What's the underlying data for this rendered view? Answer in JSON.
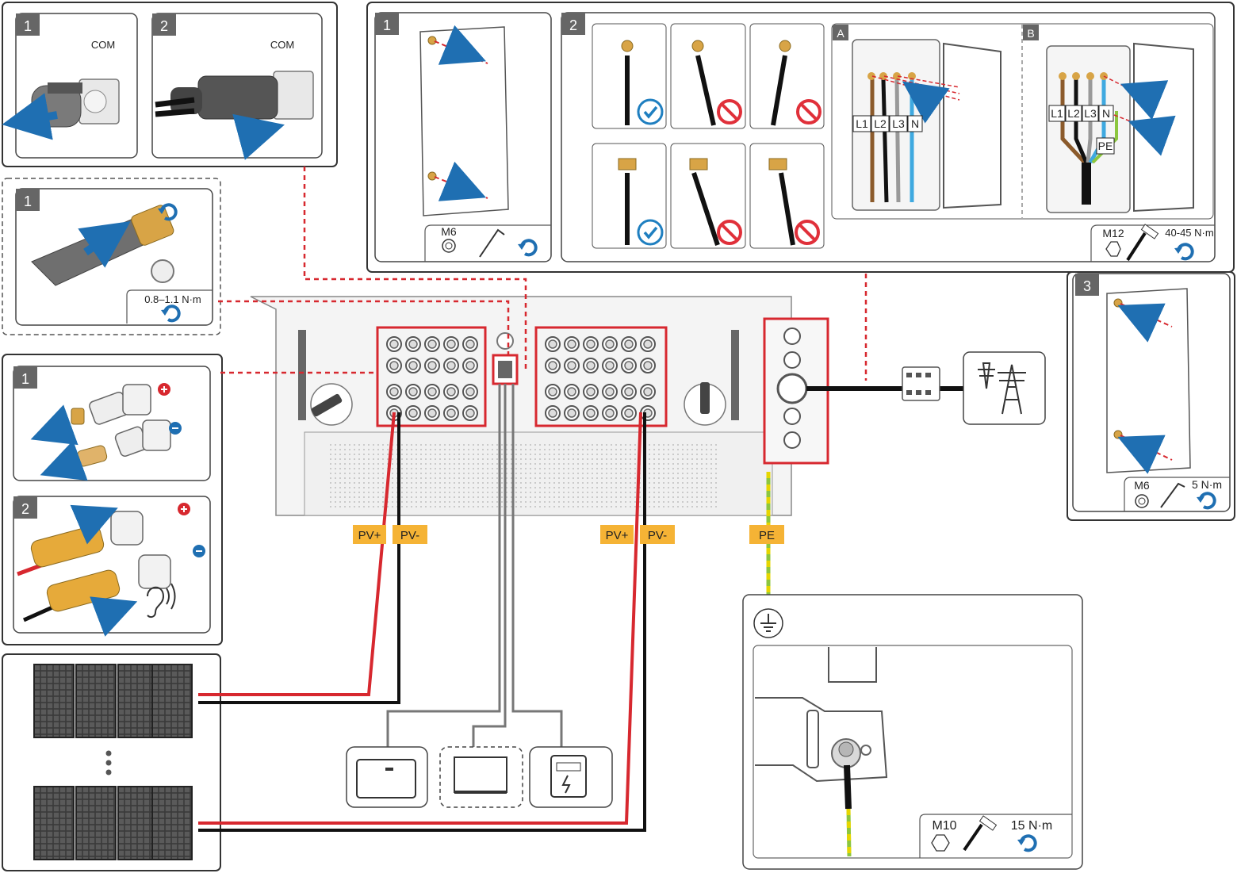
{
  "colors": {
    "panel_border": "#333333",
    "dc_positive": "#d7282f",
    "dc_negative": "#111111",
    "earth": "#8cc63f",
    "earth_stripe": "#e6d600",
    "highlight": "#d7282f",
    "arrow": "#1f6fb2",
    "tag_fill": "#f5b335",
    "step_badge": "#666666",
    "ok": "#1f7fc0",
    "forbidden": "#e0303a",
    "cable_grey": "#777777"
  },
  "icons": [
    "arrow-icon",
    "rotate-icon",
    "check-icon",
    "forbidden-icon",
    "allen-key-icon",
    "torque-wrench-icon",
    "screw-head-icon",
    "ground-symbol-icon",
    "pylon-icon",
    "ear-icon",
    "plus-icon",
    "minus-icon"
  ],
  "com": {
    "step1": "1",
    "step2": "2",
    "label1": "COM",
    "label2": "COM"
  },
  "usb_dongle": {
    "step": "1",
    "torque": "0.8–1.1 N·m"
  },
  "dc_connectors": {
    "step1": "1",
    "step2": "2"
  },
  "cover": {
    "step1": "1",
    "screw": "M6"
  },
  "ac": {
    "step2": "2",
    "sub_a": "A",
    "sub_b": "B",
    "phases": [
      "L1",
      "L2",
      "L3",
      "N"
    ],
    "pe": "PE",
    "bolt": "M12",
    "torque": "40-45 N·m"
  },
  "close_cover": {
    "step3": "3",
    "screw": "M6",
    "torque": "5 N·m"
  },
  "cable_tags": {
    "pv_pos_1": "PV+",
    "pv_neg_1": "PV-",
    "pv_pos_2": "PV+",
    "pv_neg_2": "PV-",
    "pe": "PE"
  },
  "grounding": {
    "bolt": "M10",
    "torque": "15 N·m"
  }
}
